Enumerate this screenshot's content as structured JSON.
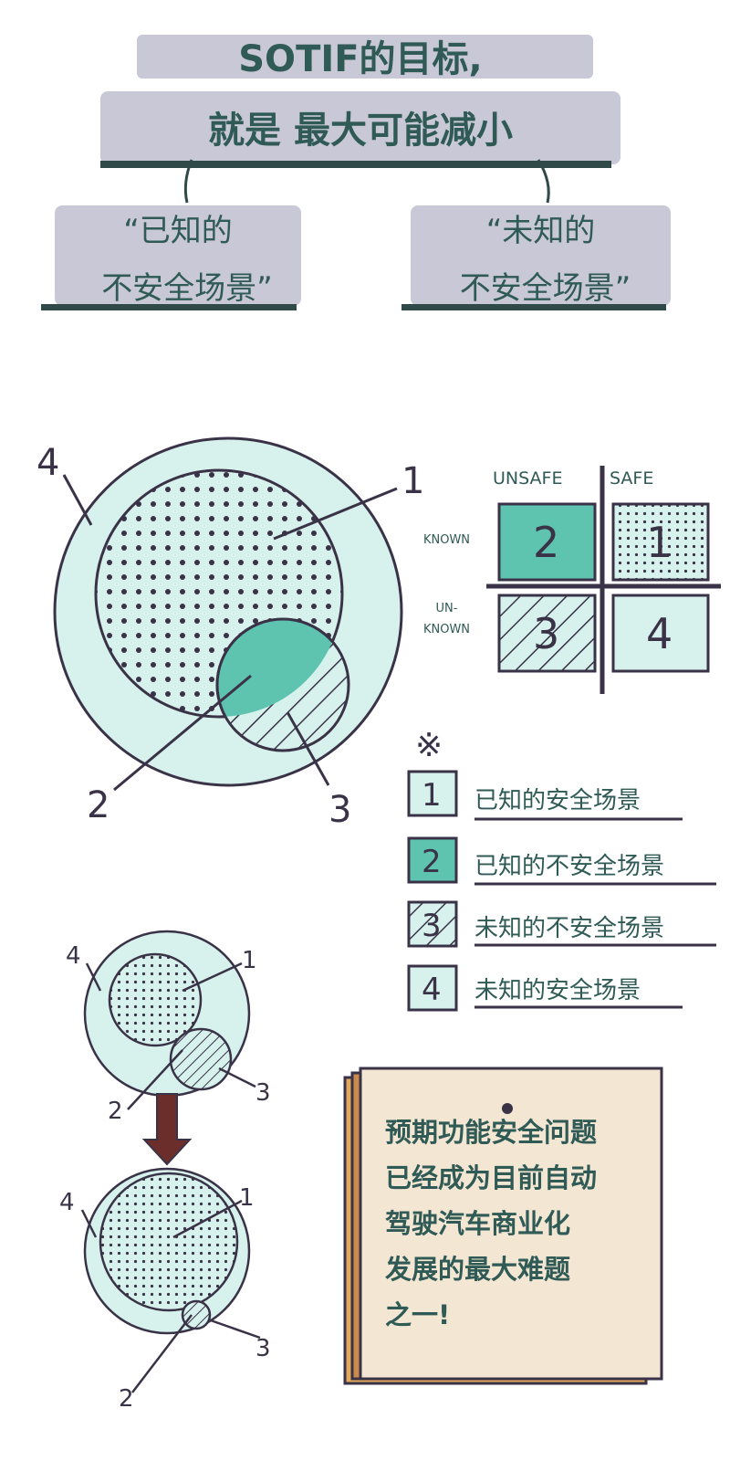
{
  "header": {
    "title_line1": "SOTIF的目标,",
    "title_line2": "就是 最大可能减小"
  },
  "bubbles": {
    "known": {
      "line1": "“已知的",
      "line2": "不安全场景”"
    },
    "unknown": {
      "line1": "“未知的",
      "line2": "不安全场景”"
    }
  },
  "venn_labels": [
    "1",
    "2",
    "3",
    "4"
  ],
  "matrix": {
    "col_unsafe": "UNSAFE",
    "col_safe": "SAFE",
    "row_known": "KNOWN",
    "row_unknown_1": "UN-",
    "row_unknown_2": "KNOWN",
    "cells": [
      "2",
      "1",
      "3",
      "4"
    ]
  },
  "legend": {
    "symbol": "※",
    "items": [
      {
        "num": "1",
        "label": "已知的安全场景"
      },
      {
        "num": "2",
        "label": "已知的不安全场景"
      },
      {
        "num": "3",
        "label": "未知的不安全场景"
      },
      {
        "num": "4",
        "label": "未知的安全场景"
      }
    ]
  },
  "note": {
    "lines": [
      "预期功能安全问题",
      "已经成为目前自动",
      "驾驶汽车商业化",
      "发展的最大难题",
      "之一!"
    ]
  },
  "colors": {
    "text": "#2f5a55",
    "mint": "#d7f2ec",
    "teal": "#5ec4b0",
    "outline": "#3a3348",
    "brush": "#c9c8d6",
    "note": "#f3e6d3",
    "arrow": "#6b2e2a"
  }
}
